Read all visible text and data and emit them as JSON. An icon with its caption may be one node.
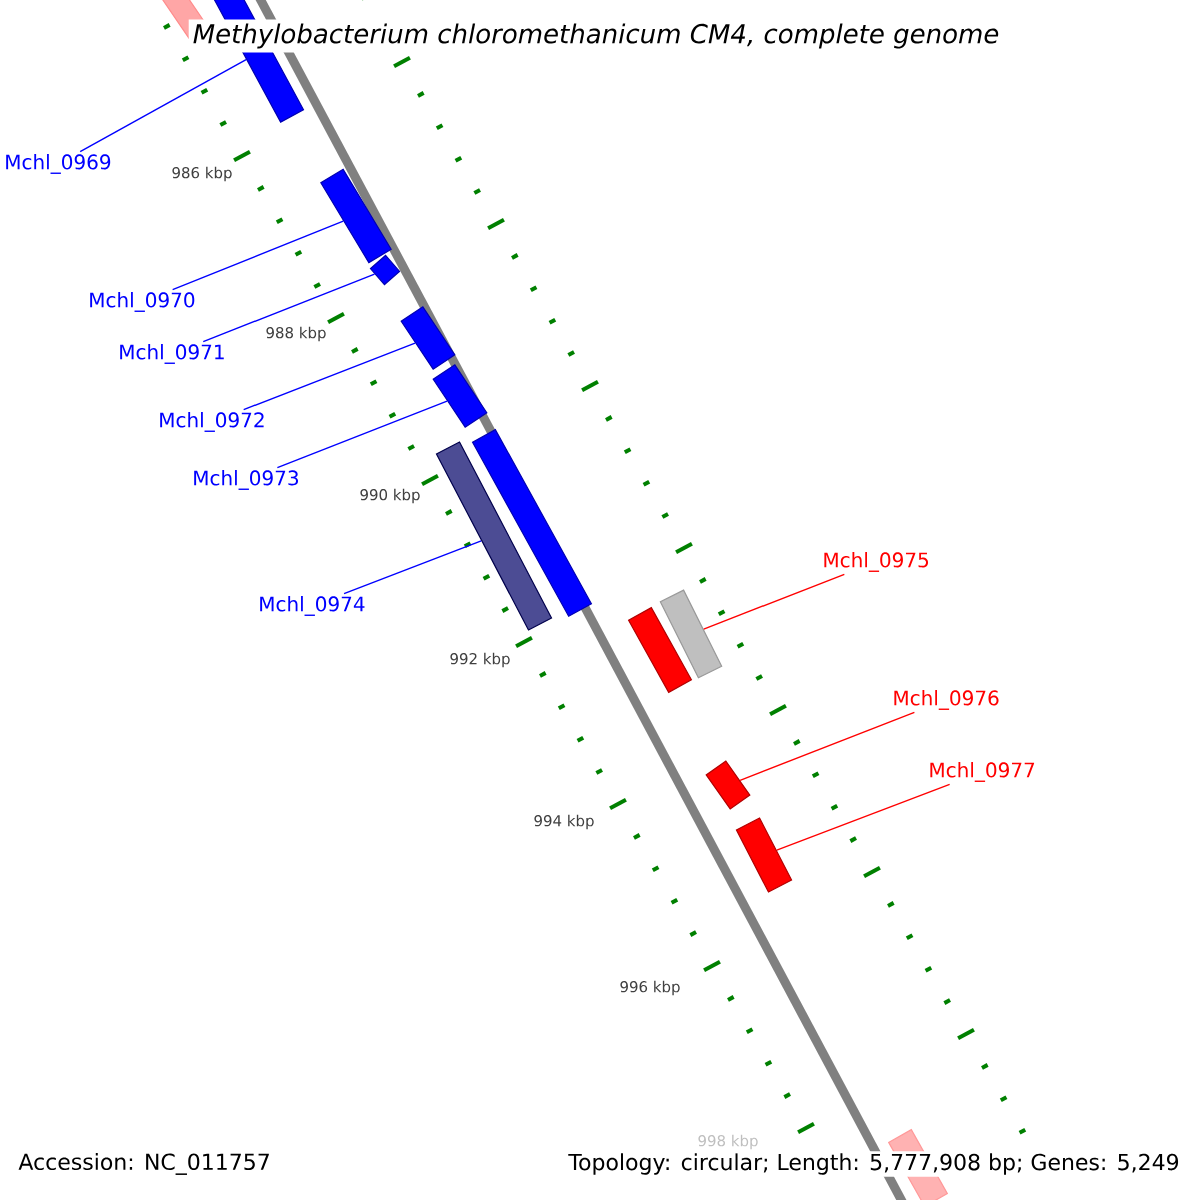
{
  "diagram": {
    "title": "Methylobacterium chloromethanicum CM4, complete genome",
    "nodes": [
      {
        "text": [],
        "shape": "bar"
      },
      {
        "text": [],
        "shape": "bar"
      },
      {
        "text": [],
        "shape": "bar"
      },
      {
        "text": [],
        "shape": "bar"
      },
      {
        "text": [],
        "shape": "bar"
      },
      {
        "text": [],
        "shape": "bar"
      },
      {
        "text": [],
        "shape": "bar"
      },
      {
        "text": [],
        "shape": "bar"
      },
      {
        "text": [],
        "shape": "bar"
      },
      {
        "text": [],
        "shape": "bar"
      },
      {
        "text": [],
        "shape": "bar"
      },
      {
        "text": [],
        "shape": "bar"
      },
      {
        "text": [],
        "shape": "bar"
      },
      {
        "text": [
          "Mchl_0969"
        ]
      },
      {
        "text": [
          "Mchl_0970"
        ]
      },
      {
        "text": [
          "Mchl_0971"
        ]
      },
      {
        "text": [
          "Mchl_0972"
        ]
      },
      {
        "text": [
          "Mchl_0973"
        ]
      },
      {
        "text": [
          "Mchl_0974"
        ]
      },
      {
        "text": [
          "Mchl_0975"
        ]
      },
      {
        "text": [
          "Mchl_0976"
        ]
      },
      {
        "text": [
          "Mchl_0977"
        ]
      }
    ],
    "edges": [
      {
        "from": 13,
        "to": 1,
        "arrow": "none"
      },
      {
        "from": 14,
        "to": 2,
        "arrow": "none"
      },
      {
        "from": 15,
        "to": 3,
        "arrow": "none"
      },
      {
        "from": 16,
        "to": 4,
        "arrow": "none"
      },
      {
        "from": 17,
        "to": 5,
        "arrow": "none"
      },
      {
        "from": 18,
        "to": 6,
        "arrow": "none"
      },
      {
        "from": 19,
        "to": 9,
        "arrow": "none",
        "color": "#ff0000"
      },
      {
        "from": 20,
        "to": 10,
        "arrow": "none",
        "color": "#ff0000"
      },
      {
        "from": 21,
        "to": 11,
        "arrow": "none",
        "color": "#ff0000"
      }
    ],
    "labels": [
      "986 kbp",
      "988 kbp",
      "990 kbp",
      "992 kbp",
      "994 kbp",
      "996 kbp",
      "998 kbp",
      "Accession: NC_011757",
      "Topology: circular; Length: 5,777,908 bp; Genes: 5,249"
    ]
  }
}
